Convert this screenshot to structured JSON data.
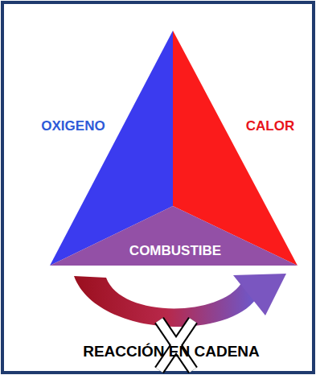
{
  "diagram": {
    "nodes": [
      {
        "text": [
          "COMBUSTIBE"
        ]
      }
    ],
    "labels": [
      "OXIGENO",
      "CALOR",
      "REACCIÓN EN CADENA"
    ]
  }
}
